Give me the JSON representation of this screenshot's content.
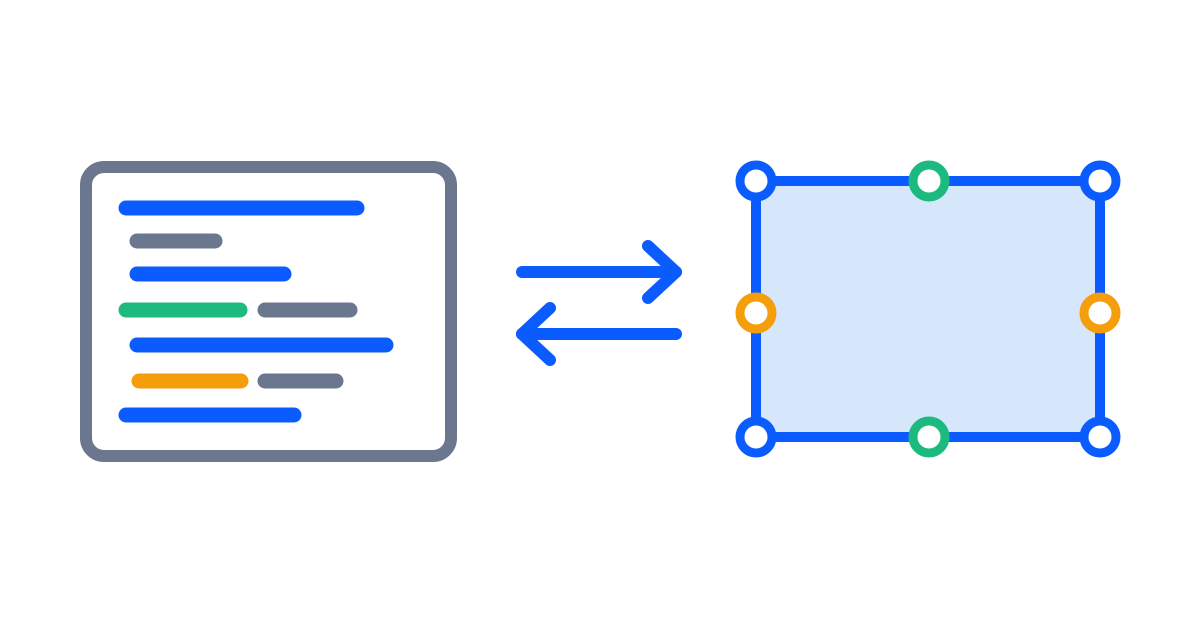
{
  "colors": {
    "background": "#ffffff",
    "blue": "#0b5cff",
    "gray": "#6b778f",
    "green": "#1dba7f",
    "orange": "#f59e0b",
    "box_fill": "#d6e6fb",
    "handle_fill": "#ffffff"
  },
  "code_panel": {
    "icon": "code-document-icon",
    "lines": [
      {
        "segments": [
          "blue"
        ]
      },
      {
        "segments": [
          "gray"
        ]
      },
      {
        "segments": [
          "blue"
        ]
      },
      {
        "segments": [
          "green",
          "gray"
        ]
      },
      {
        "segments": [
          "blue"
        ]
      },
      {
        "segments": [
          "orange",
          "gray"
        ]
      },
      {
        "segments": [
          "blue"
        ]
      }
    ]
  },
  "sync_arrows": {
    "icon": "two-way-arrows-icon",
    "directions": [
      "right",
      "left"
    ]
  },
  "visual_frame": {
    "icon": "resizable-frame-icon",
    "handles": [
      {
        "position": "top-left",
        "color": "blue"
      },
      {
        "position": "top-center",
        "color": "green"
      },
      {
        "position": "top-right",
        "color": "blue"
      },
      {
        "position": "middle-left",
        "color": "orange"
      },
      {
        "position": "middle-right",
        "color": "orange"
      },
      {
        "position": "bottom-left",
        "color": "blue"
      },
      {
        "position": "bottom-center",
        "color": "green"
      },
      {
        "position": "bottom-right",
        "color": "blue"
      }
    ]
  }
}
